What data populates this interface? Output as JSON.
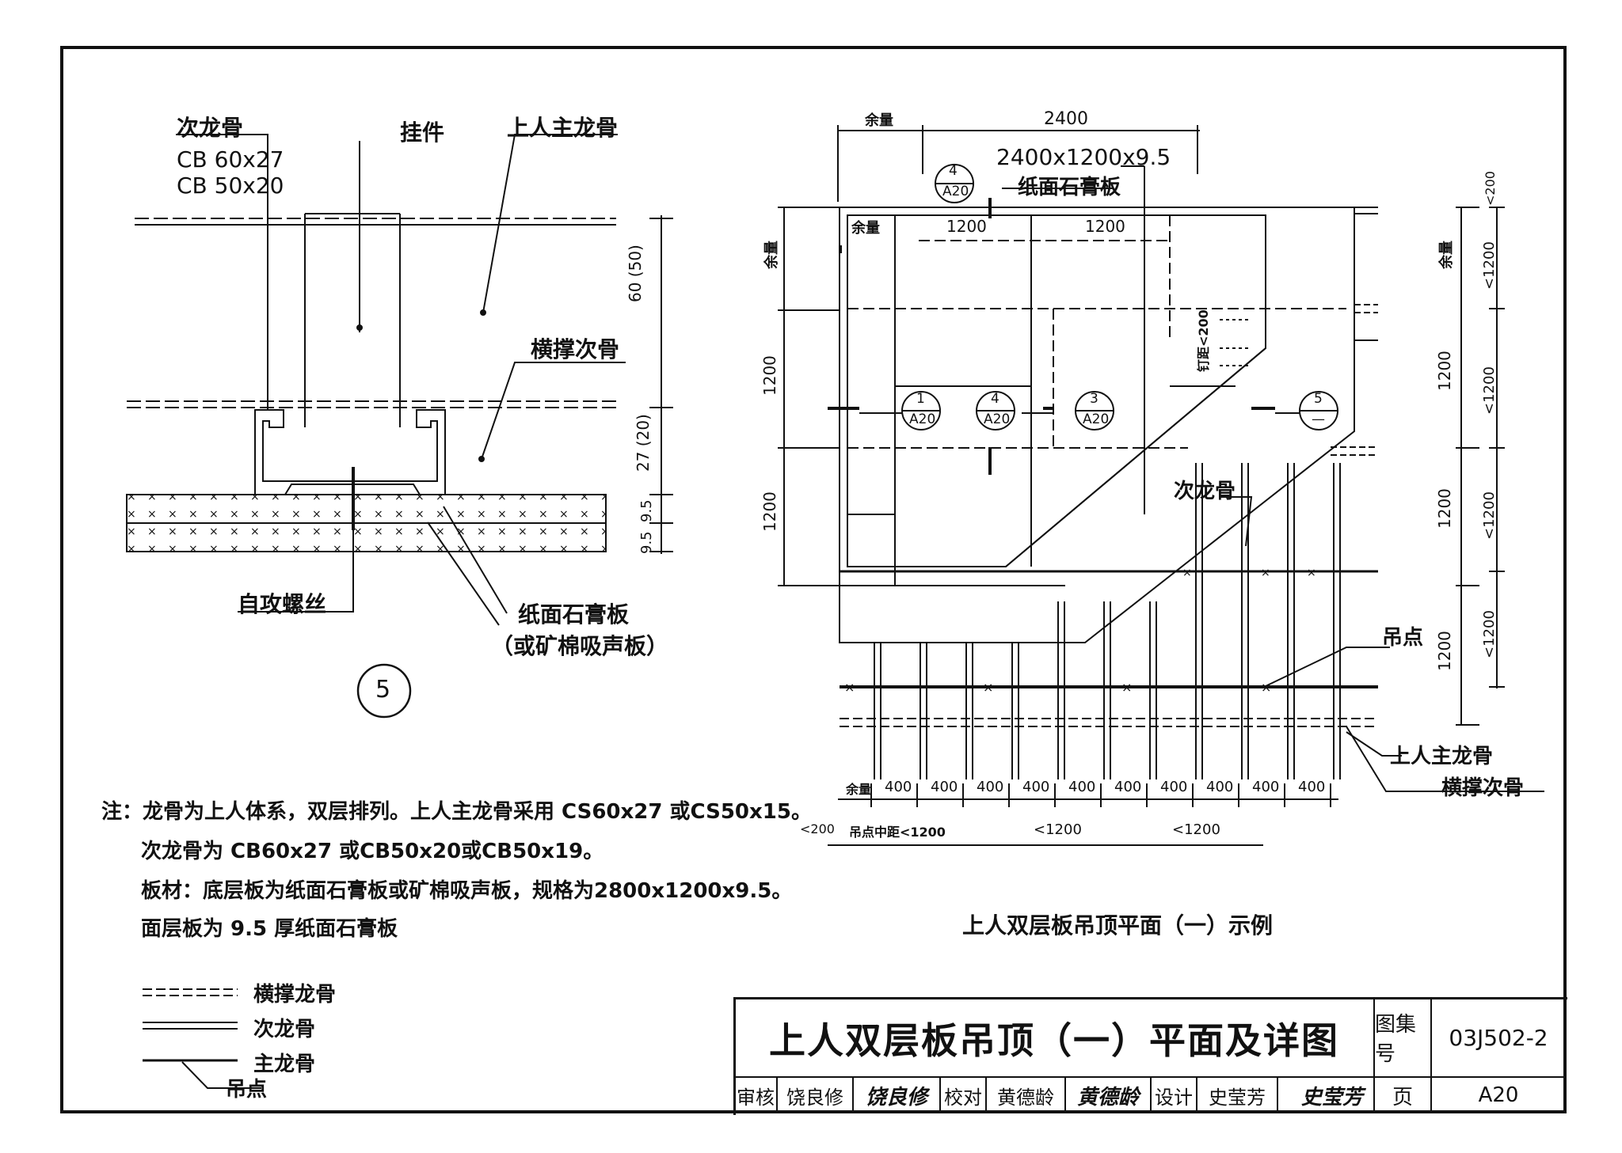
{
  "detail": {
    "callout_number": "5",
    "labels": {
      "secondary_keel": "次龙骨",
      "spec1": "CB 60x27",
      "spec2": "CB 50x20",
      "hanger": "挂件",
      "main_keel": "上人主龙骨",
      "cross_keel": "横撑次骨",
      "screw": "自攻螺丝",
      "board": "纸面石膏板",
      "board_alt": "（或矿棉吸声板）"
    },
    "dims": {
      "d1": "60 (50)",
      "d2": "27 (20)",
      "d3": "9.5",
      "d4": "9.5"
    }
  },
  "notes": {
    "line1": "注：龙骨为上人体系，双层排列。上人主龙骨采用 CS60x27 或CS50x15。",
    "line2": "次龙骨为 CB60x27 或CB50x20或CB50x19。",
    "line3": "板材：底层板为纸面石膏板或矿棉吸声板，规格为2800x1200x9.5。",
    "line4": "面层板为 9.5 厚纸面石膏板"
  },
  "legend": {
    "cross": "横撑龙骨",
    "secondary": "次龙骨",
    "main": "主龙骨",
    "hang_point": "吊点"
  },
  "plan": {
    "title": "上人双层板吊顶平面（一）示例",
    "top_dims": {
      "margin": "余量",
      "w2400": "2400",
      "board_spec": "2400x1200x9.5",
      "board_name": "纸面石膏板",
      "c1": "1200",
      "c2": "1200",
      "m2": "余量"
    },
    "left_dims": {
      "margin": "余量",
      "h1": "1200",
      "h2": "1200"
    },
    "right_dims": {
      "d200": "<200",
      "margin": "余量",
      "r1": "<1200",
      "r2": "<1200",
      "r3": "<1200",
      "r4": "<1200",
      "v1": "1200",
      "v2": "1200",
      "v3": "1200"
    },
    "nail_spacing": "钉距<200",
    "callouts": [
      {
        "top": "4",
        "bottom": "A20"
      },
      {
        "top": "1",
        "bottom": "A20"
      },
      {
        "top": "4",
        "bottom": "A20"
      },
      {
        "top": "3",
        "bottom": "A20"
      },
      {
        "top": "5",
        "bottom": "—"
      }
    ],
    "labels": {
      "secondary_keel": "次龙骨",
      "hang_point": "吊点",
      "main_keel": "上人主龙骨",
      "cross_keel": "横撑次骨"
    },
    "bottom_dims": {
      "margin": "余量",
      "spacings": [
        "400",
        "400",
        "400",
        "400",
        "400",
        "400",
        "400",
        "400",
        "400",
        "400"
      ],
      "lt200": "<200",
      "hang_spacing": "吊点中距<1200",
      "s2": "<1200",
      "s3": "<1200"
    }
  },
  "title_block": {
    "title": "上人双层板吊顶（一）平面及详图",
    "atlas_label": "图集号",
    "atlas_no": "03J502-2",
    "review_label": "审核",
    "reviewer": "饶良修",
    "reviewer_sig": "饶良修",
    "check_label": "校对",
    "checker": "黄德龄",
    "checker_sig": "黄德龄",
    "design_label": "设计",
    "designer": "史莹芳",
    "designer_sig": "史莹芳",
    "page_label": "页",
    "page_no": "A20"
  }
}
